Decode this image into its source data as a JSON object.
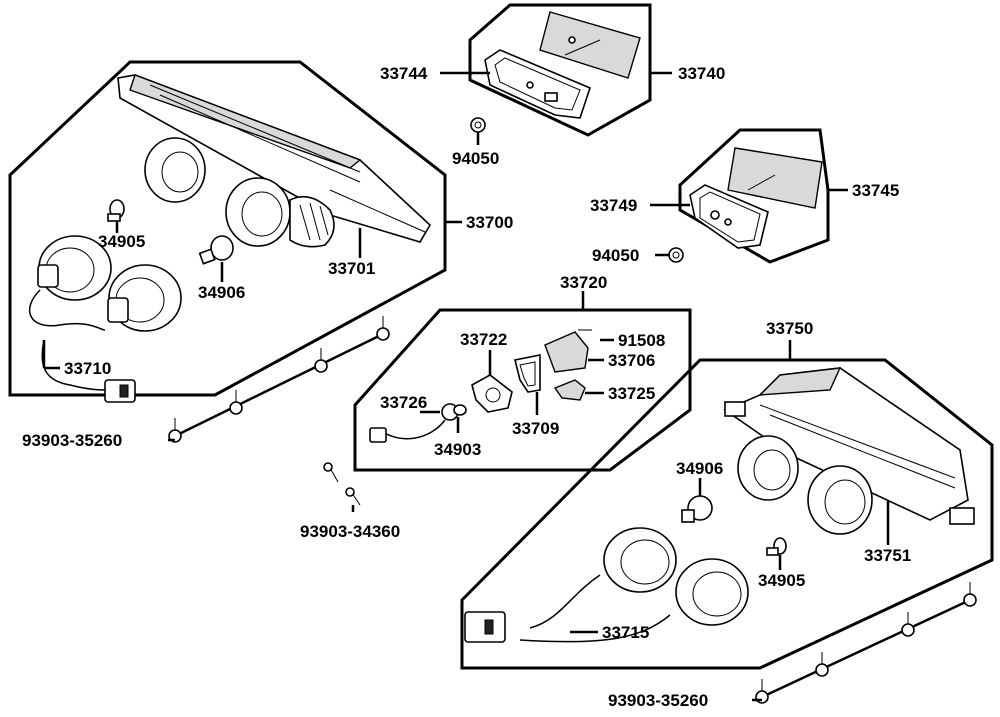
{
  "labels": {
    "p33744": "33744",
    "p33740": "33740",
    "p94050a": "94050",
    "p33749": "33749",
    "p33745": "33745",
    "p94050b": "94050",
    "p34905a": "34905",
    "p33700": "33700",
    "p34906a": "34906",
    "p33701": "33701",
    "p33710": "33710",
    "p93903_35260a": "93903-35260",
    "p33720": "33720",
    "p33722": "33722",
    "p91508": "91508",
    "p33706": "33706",
    "p33725": "33725",
    "p33726": "33726",
    "p33709": "33709",
    "p34903": "34903",
    "p93903_34360": "93903-34360",
    "p33750": "33750",
    "p34906b": "34906",
    "p33751": "33751",
    "p34905b": "34905",
    "p33715": "33715",
    "p93903_35260b": "93903-35260"
  }
}
